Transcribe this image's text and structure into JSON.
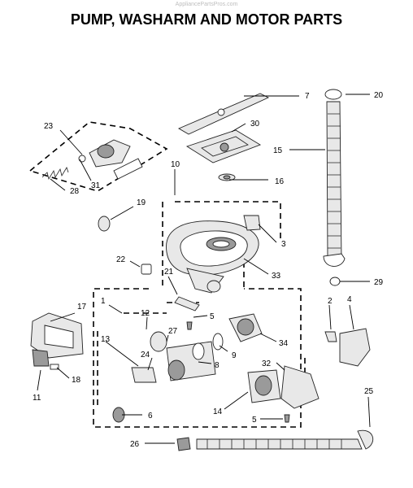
{
  "watermark": "AppliancePartsPros.com",
  "title": "PUMP, WASHARM AND MOTOR PARTS",
  "callouts": {
    "c1": "1",
    "c2": "2",
    "c3": "3",
    "c4": "4",
    "c5a": "5",
    "c5b": "5",
    "c6": "6",
    "c7": "7",
    "c8": "8",
    "c9": "9",
    "c10": "10",
    "c11": "11",
    "c12": "12",
    "c13": "13",
    "c14": "14",
    "c15": "15",
    "c16": "16",
    "c17": "17",
    "c18": "18",
    "c19": "19",
    "c20": "20",
    "c21": "21",
    "c22": "22",
    "c23": "23",
    "c24": "24",
    "c25": "25",
    "c26": "26",
    "c27": "27",
    "c28": "28",
    "c29": "29",
    "c30": "30",
    "c31": "31",
    "c32": "32",
    "c33": "33",
    "c34": "34"
  }
}
